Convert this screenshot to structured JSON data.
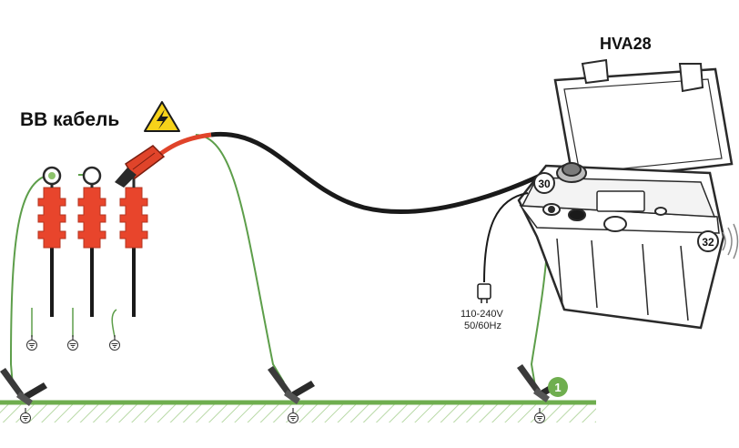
{
  "labels": {
    "cable_label": "ВВ кабель",
    "device_name": "HVA28",
    "callout_30": "30",
    "callout_32": "32",
    "callout_1": "1",
    "power_line1": "110-240V",
    "power_line2": "50/60Hz"
  },
  "colors": {
    "ground_green": "#6fae4f",
    "wire_green": "#5d9e4a",
    "insulator_red": "#e8452c",
    "hv_cable_black": "#1a1a1a",
    "hv_clamp_red": "#e0442a",
    "warning_yellow": "#f6d21a",
    "outline": "#2a2a2a"
  },
  "icons": {
    "warning": "high-voltage-warning-icon",
    "ground": "ground-symbol-icon",
    "clamp": "alligator-clamp-icon",
    "plug": "power-plug-icon",
    "wireless": "wireless-signal-icon"
  }
}
